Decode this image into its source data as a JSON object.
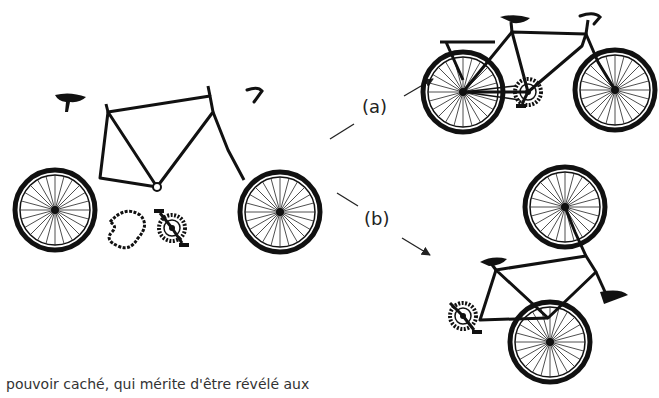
{
  "diagram": {
    "labels": [
      "(a)",
      "(b)",
      "pouvoir caché, qui mérite d'être révélé aux"
    ]
  }
}
